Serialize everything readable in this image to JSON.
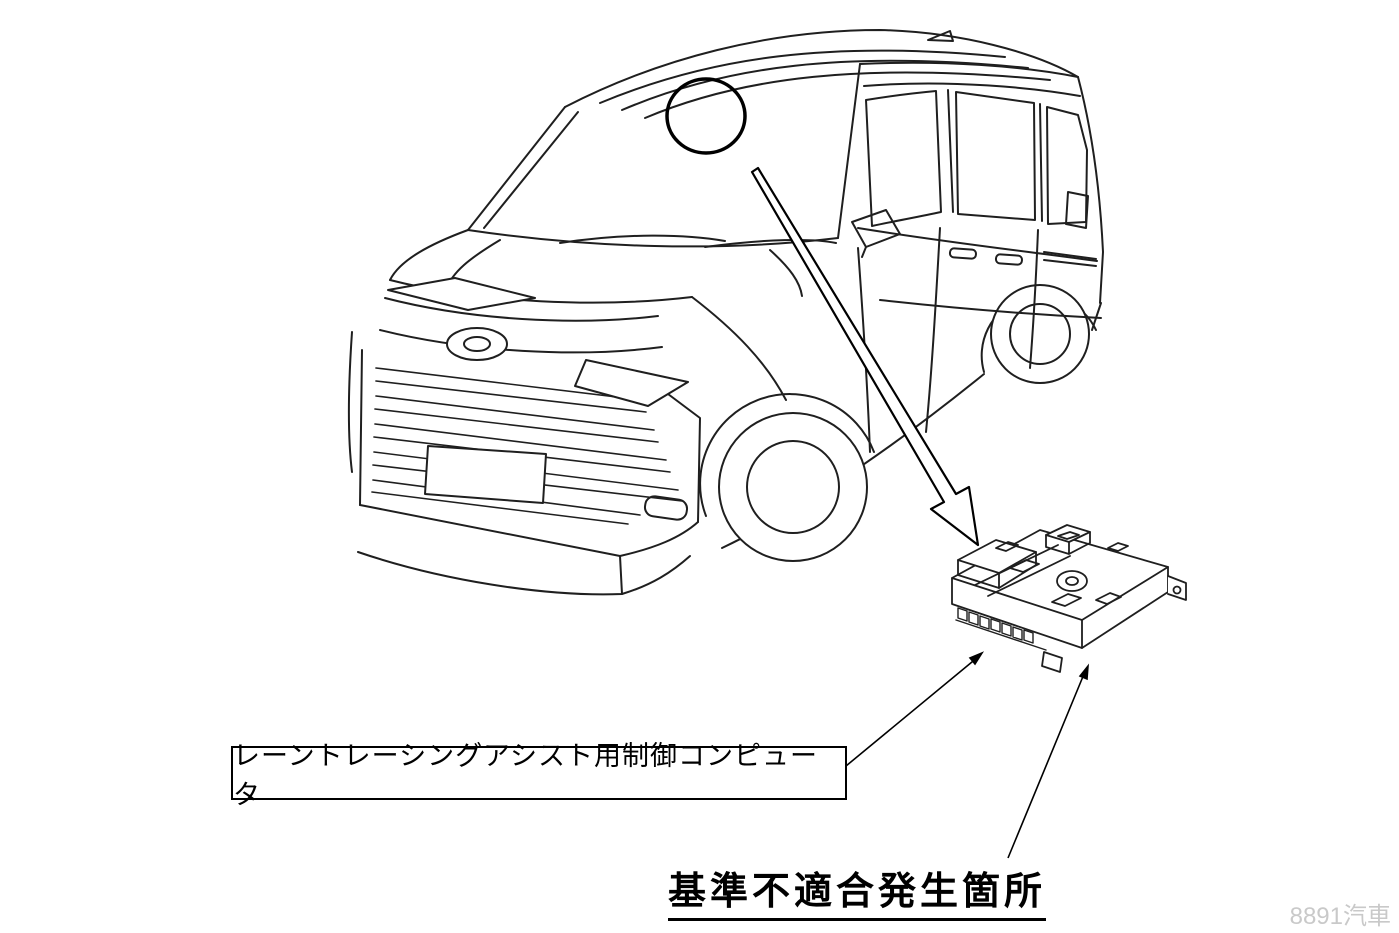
{
  "annotations": {
    "component_label": "レーントレーシングアシスト用制御コンピュータ",
    "defect_location_label": "基準不適合発生箇所",
    "watermark": "8891汽車"
  },
  "diagram": {
    "subject": "minivan-front-three-quarter-line-drawing",
    "highlight": "windshield-camera-circle",
    "component": "lane-tracing-assist-control-computer",
    "colors": {
      "line": "#1f1f1f",
      "watermark": "#c9c9c9",
      "background": "#ffffff"
    }
  }
}
